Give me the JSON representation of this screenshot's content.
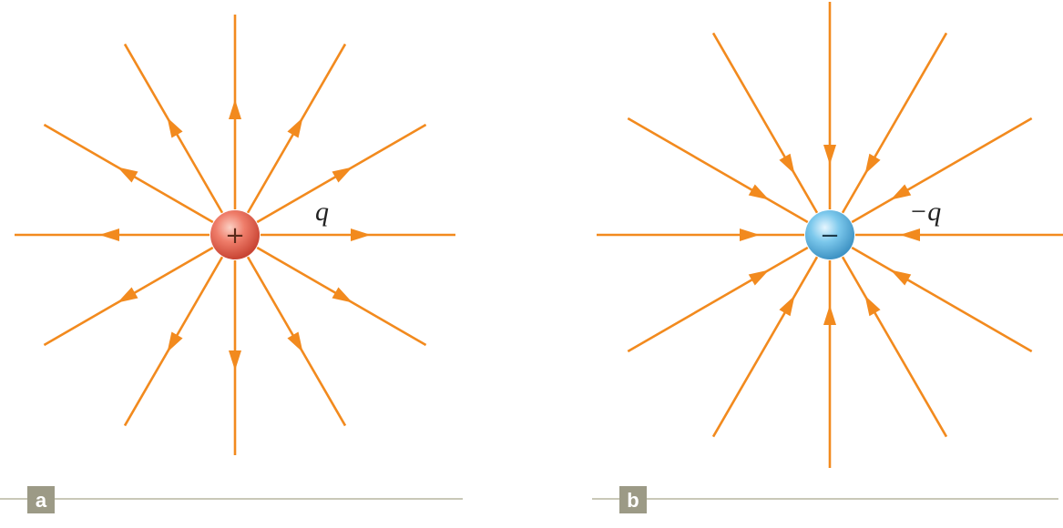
{
  "panels": [
    {
      "id": "a",
      "label": "a",
      "charge_sign": "+",
      "charge_label": "q",
      "field_direction": "outward",
      "charge_color": "#e8685a",
      "line_count": 12
    },
    {
      "id": "b",
      "label": "b",
      "charge_sign": "−",
      "charge_label": "−q",
      "field_direction": "inward",
      "charge_color": "#5cb3dd",
      "line_count": 12
    }
  ],
  "colors": {
    "field_line": "#f28a1e",
    "panel_tag": "#9c9a86",
    "rule_line": "#c9c8b8"
  }
}
